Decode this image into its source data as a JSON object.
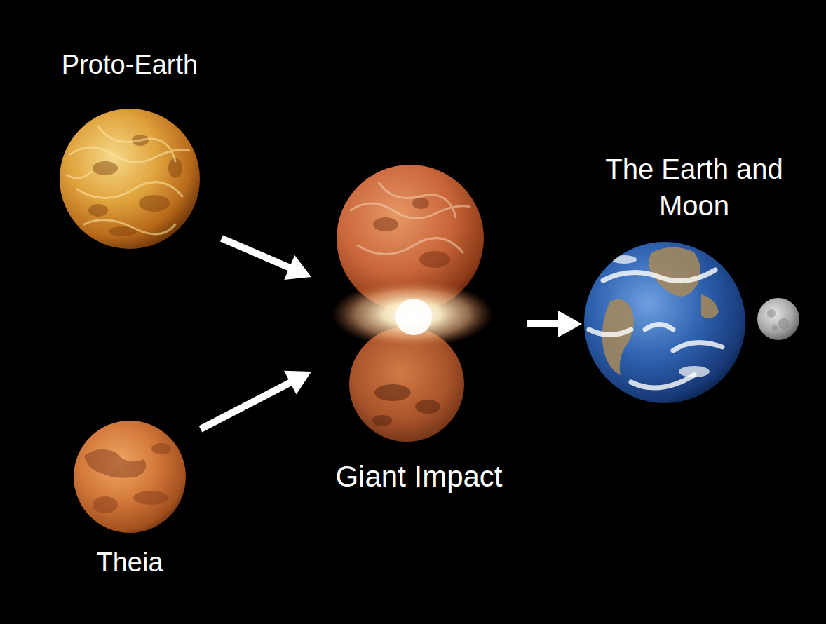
{
  "diagram": {
    "nodes": [
      {
        "text": [
          "Proto-Earth"
        ]
      },
      {
        "text": [
          "Theia"
        ]
      },
      {
        "text": [
          "Giant Impact"
        ]
      },
      {
        "text": [
          "The Earth and Moon"
        ]
      }
    ],
    "edges": [
      {
        "from": 0,
        "to": 2,
        "arrow": "to"
      },
      {
        "from": 1,
        "to": 2,
        "arrow": "to"
      },
      {
        "from": 2,
        "to": 3,
        "arrow": "to"
      }
    ]
  }
}
